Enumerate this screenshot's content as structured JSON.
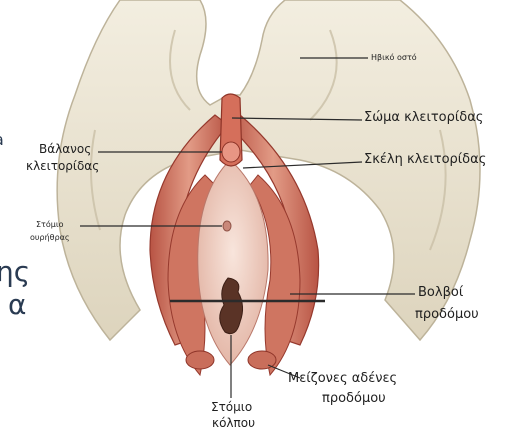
{
  "labels": {
    "pubic_bone": "Ηβικό οστό",
    "clitoris_body": "Σώμα κλειτορίδας",
    "clitoris_crura": "Σκέλη κλειτορίδας",
    "glans_line1": "Βάλανος",
    "glans_line2": "κλειτορίδας",
    "urethra_line1": "Στόμιο",
    "urethra_line2": "ουρήθρας",
    "vestibule_bulbs_line1": "Βολβοί",
    "vestibule_bulbs_line2": "προδόμου",
    "greater_glands_line1": "Μείζονες αδένες",
    "greater_glands_line2": "προδόμου",
    "vaginal_line1": "Στόμιο",
    "vaginal_line2": "κόλπου"
  },
  "cropped_text": {
    "left_edge_mark": "a",
    "left_line1": "ης",
    "left_line2": "α"
  },
  "colors": {
    "bone": "#ede7d6",
    "bone_shadow": "#cfc7b0",
    "tissue": "#d9826c",
    "tissue_dark": "#a8473a",
    "vestibule": "#f1d3c8",
    "leader": "#2b2b2b"
  }
}
